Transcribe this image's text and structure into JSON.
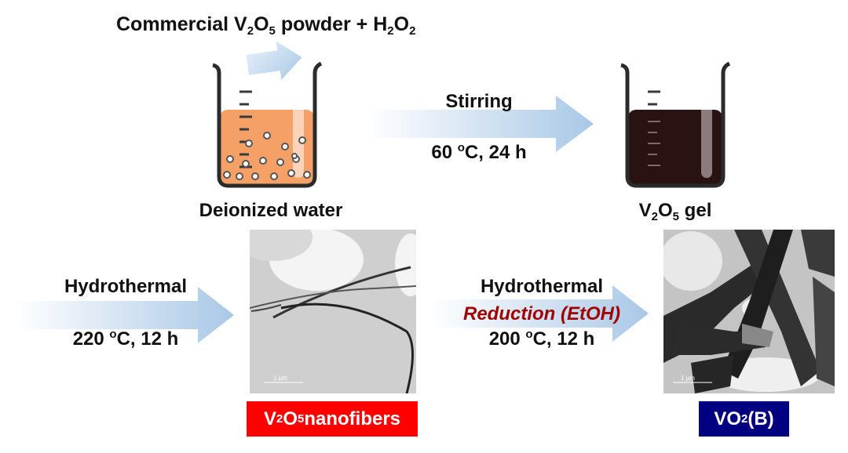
{
  "top_label": {
    "t1": "Commercial V",
    "s1": "2",
    "t2": "O",
    "s2": "5",
    "t3": " powder + H",
    "s3": "2",
    "t4": "O",
    "s4": "2"
  },
  "beaker1_label": "Deionized water",
  "step1": {
    "line1": "Stirring",
    "line2_pre": "60 ",
    "line2_sup": "o",
    "line2_post": "C, 24 h"
  },
  "beaker2_label": {
    "t1": "V",
    "s1": "2",
    "t2": "O",
    "s2": "5",
    "t3": " gel"
  },
  "step2": {
    "line1": "Hydrothermal",
    "line2_pre": "220 ",
    "line2_sup": "o",
    "line2_post": "C, 12 h"
  },
  "step3": {
    "line1": "Hydrothermal",
    "line2": "Reduction (EtOH)",
    "line3_pre": "200 ",
    "line3_sup": "o",
    "line3_post": "C, 12 h"
  },
  "product1": {
    "t1": "V",
    "s1": "2",
    "t2": "O",
    "s2": "5",
    "t3": " nanofibers",
    "color": "#ff0000"
  },
  "product2": {
    "t1": "VO",
    "s1": "2",
    "t2": "(B)",
    "color": "#000080"
  },
  "colors": {
    "liquid_orange": "#f4a066",
    "gel_dark": "#2a1212",
    "arrow_blue": "#a9c8e6",
    "reduction_red": "#a00000"
  }
}
